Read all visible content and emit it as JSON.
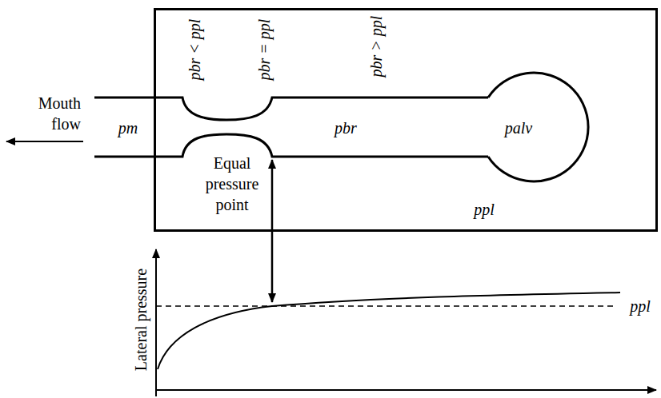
{
  "diagram": {
    "nodes": [
      {
        "text": [
          "pbr < ppl",
          "pbr = ppl",
          "pbr > ppl",
          "pbr",
          "Equal pressure point",
          "ppl"
        ]
      },
      {
        "text": [
          "palv"
        ],
        "in": 0
      }
    ],
    "labels": [
      "Mouth flow",
      "pm",
      "Lateral pressure",
      "ppl"
    ]
  }
}
